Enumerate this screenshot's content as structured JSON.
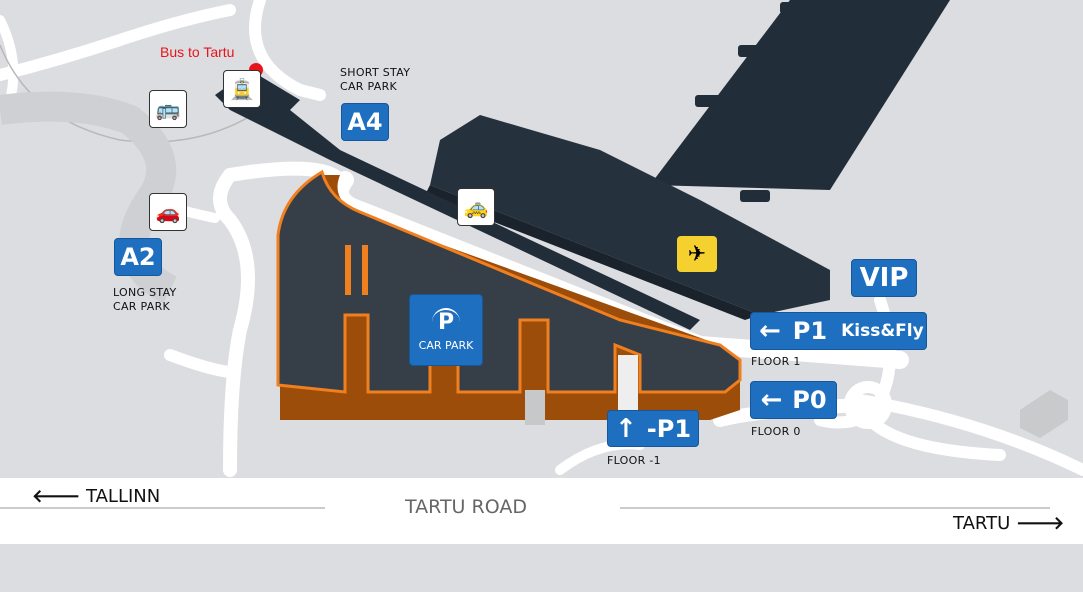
{
  "bus_label": "Bus to Tartu",
  "short_stay": {
    "line1": "SHORT STAY",
    "line2": "CAR PARK",
    "code": "A4"
  },
  "long_stay": {
    "line1": "LONG STAY",
    "line2": "CAR PARK",
    "code": "A2"
  },
  "car_park": {
    "icon": "P",
    "label": "CAR PARK"
  },
  "vip": "VIP",
  "p1": {
    "arrow": "←",
    "code": "P1",
    "extra": "Kiss&Fly",
    "floor": "FLOOR 1"
  },
  "p0": {
    "arrow": "←",
    "code": "P0",
    "floor": "FLOOR 0"
  },
  "pm1": {
    "arrow": "↑",
    "code": "-P1",
    "floor": "FLOOR -1"
  },
  "road": {
    "name": "TARTU ROAD",
    "left": "TALLINN",
    "left_arrow": "🡐",
    "right": "TARTU",
    "right_arrow": "🡒"
  },
  "colors": {
    "sign_blue": "#1f6fc0",
    "terminal": "#222d3a",
    "orange": "#f07f1f",
    "bus_dot": "#e8141c",
    "departures": "#f5d130"
  }
}
